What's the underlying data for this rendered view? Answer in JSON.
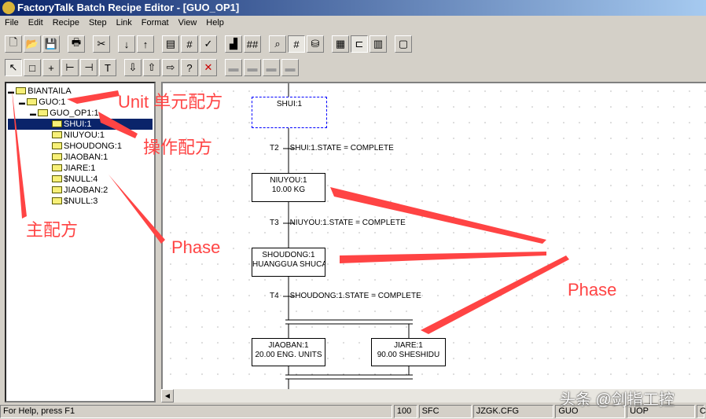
{
  "window": {
    "title": "FactoryTalk Batch Recipe Editor - [GUO_OP1]"
  },
  "menu": [
    "File",
    "Edit",
    "Recipe",
    "Step",
    "Link",
    "Format",
    "View",
    "Help"
  ],
  "toolbar1": [
    "new-icon",
    "open-icon",
    "save-icon",
    "print-icon",
    "cut-icon",
    "move-down-icon",
    "move-up-icon",
    "page-icon",
    "page-number-icon",
    "verify-icon",
    "stairs-icon",
    "##",
    "zoom-icon",
    "grid-icon",
    "db-icon",
    "table-icon",
    "sfc-icon",
    "table2-icon",
    "frame-icon"
  ],
  "toolbar2": [
    "pointer-icon",
    "step-icon",
    "transition-icon",
    "link1-icon",
    "link2-icon",
    "text-icon",
    "insert-down-icon",
    "insert-up-icon",
    "insert-right-icon",
    "query-icon",
    "delete-icon",
    "disabled1-icon",
    "disabled2-icon",
    "disabled3-icon",
    "disabled4-icon"
  ],
  "tree": [
    {
      "label": "BIANTAILA",
      "level": 0,
      "expanded": true
    },
    {
      "label": "GUO:1",
      "level": 1,
      "expanded": true
    },
    {
      "label": "GUO_OP1:1",
      "level": 2,
      "expanded": true
    },
    {
      "label": "SHUI:1",
      "level": 3,
      "selected": true
    },
    {
      "label": "NIUYOU:1",
      "level": 3
    },
    {
      "label": "SHOUDONG:1",
      "level": 3
    },
    {
      "label": "JIAOBAN:1",
      "level": 3
    },
    {
      "label": "JIARE:1",
      "level": 3
    },
    {
      "label": "$NULL:4",
      "level": 3
    },
    {
      "label": "JIAOBAN:2",
      "level": 3
    },
    {
      "label": "$NULL:3",
      "level": 3
    }
  ],
  "steps": {
    "shui": {
      "name": "SHUI:1",
      "value": ""
    },
    "niuyou": {
      "name": "NIUYOU:1",
      "value": "10.00 KG"
    },
    "shoudong": {
      "name": "SHOUDONG:1",
      "value": "HUANGGUA SHUCAI"
    },
    "jiaoban": {
      "name": "JIAOBAN:1",
      "value": "20.00 ENG. UNITS"
    },
    "jiare": {
      "name": "JIARE:1",
      "value": "90.00 SHESHIDU"
    }
  },
  "transitions": [
    {
      "id": "T2",
      "cond": "SHUI:1.STATE = COMPLETE"
    },
    {
      "id": "T3",
      "cond": "NIUYOU:1.STATE = COMPLETE"
    },
    {
      "id": "T4",
      "cond": "SHOUDONG:1.STATE = COMPLETE"
    }
  ],
  "annotations": {
    "unit": "Unit  单元配方",
    "operation": "操作配方",
    "master": "主配方",
    "phase1": "Phase",
    "phase2": "Phase",
    "watermark": "头条 @剑指工控"
  },
  "status": [
    "For Help, press F1",
    "100",
    "SFC",
    "JZGK.CFG",
    "GUO",
    "UOP",
    "C"
  ]
}
